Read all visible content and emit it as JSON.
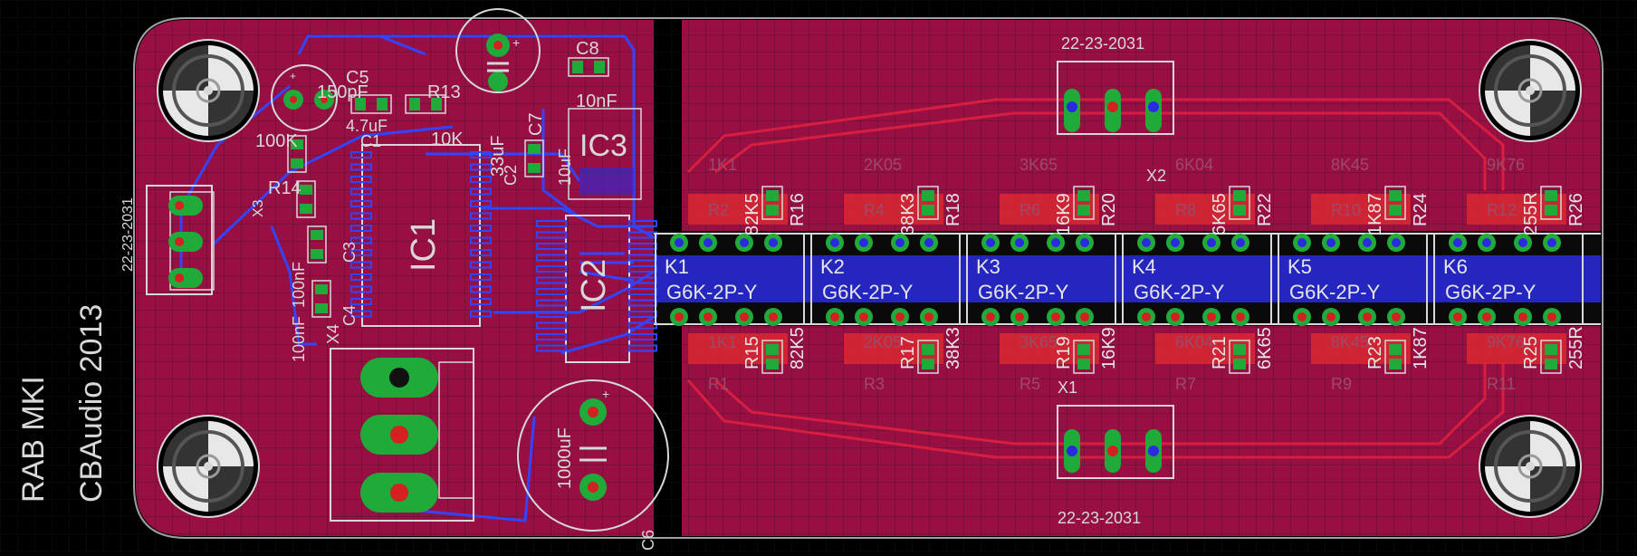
{
  "board": {
    "colors": {
      "background": "#000000",
      "grid": "#1e1e1e",
      "copper_top": "#c2185b",
      "copper_top_alt": "#b3124f",
      "copper_bottom": "#2233dd",
      "trace_bottom": "#3344ff",
      "trace_top": "#d81b3c",
      "silk": "#d8d8d8",
      "pad": "#1faa3a",
      "drill": "#d32020",
      "via": "#1fcc3a",
      "outline": "#b0b0b0"
    },
    "silkscreen": {
      "title_line1": "RAB MKI",
      "title_line2": "CBAudio 2013",
      "x3_part": "22-23-2031",
      "x3": "X3",
      "x2_part": "22-23-2031",
      "x2": "X2",
      "x1_part": "22-23-2031",
      "x1": "X1",
      "c5": "C5",
      "c5_val": "150pF",
      "r13": "R13",
      "r13_val": "10K",
      "c8": "C8",
      "c8_val": "10nF",
      "c7": "C7",
      "c7_val": "33uF",
      "c2": "C2",
      "c2_val": "10uF",
      "ic3": "IC3",
      "ic1": "IC1",
      "ic2": "IC2",
      "c1": "C1",
      "c1_val": "4.7uF",
      "r100k": "100K",
      "r14": "R14",
      "c3": "C3",
      "c4": "C4",
      "c3_val": "100nF",
      "c4_val": "100nF",
      "x4": "X4",
      "c6": "C6",
      "c6_val": "1000uF",
      "relays": [
        {
          "ref": "K1",
          "type": "G6K-2P-Y"
        },
        {
          "ref": "K2",
          "type": "G6K-2P-Y"
        },
        {
          "ref": "K3",
          "type": "G6K-2P-Y"
        },
        {
          "ref": "K4",
          "type": "G6K-2P-Y"
        },
        {
          "ref": "K5",
          "type": "G6K-2P-Y"
        },
        {
          "ref": "K6",
          "type": "G6K-2P-Y"
        }
      ],
      "top_resistors": [
        {
          "ref": "R16",
          "val": "82K5"
        },
        {
          "ref": "R18",
          "val": "38K3"
        },
        {
          "ref": "R20",
          "val": "16K9"
        },
        {
          "ref": "R22",
          "val": "6K65"
        },
        {
          "ref": "R24",
          "val": "1K87"
        },
        {
          "ref": "R26",
          "val": "255R"
        }
      ],
      "bottom_resistors": [
        {
          "ref": "R15",
          "val": "82K5"
        },
        {
          "ref": "R17",
          "val": "38K3"
        },
        {
          "ref": "R19",
          "val": "16K9"
        },
        {
          "ref": "R21",
          "val": "6K65"
        },
        {
          "ref": "R23",
          "val": "1K87"
        },
        {
          "ref": "R25",
          "val": "255R"
        }
      ],
      "ghost_top": [
        "1K1",
        "2K05",
        "3K65",
        "6K04",
        "8K45",
        "9K76"
      ],
      "ghost_top_refs": [
        "R2",
        "R4",
        "R6",
        "R8",
        "R10",
        "R12"
      ],
      "ghost_bottom": [
        "1K1",
        "2K05",
        "3K65",
        "6K04",
        "8K45",
        "9K76"
      ],
      "ghost_bottom_refs": [
        "R1",
        "R3",
        "R5",
        "R7",
        "R9",
        "R11"
      ]
    }
  }
}
